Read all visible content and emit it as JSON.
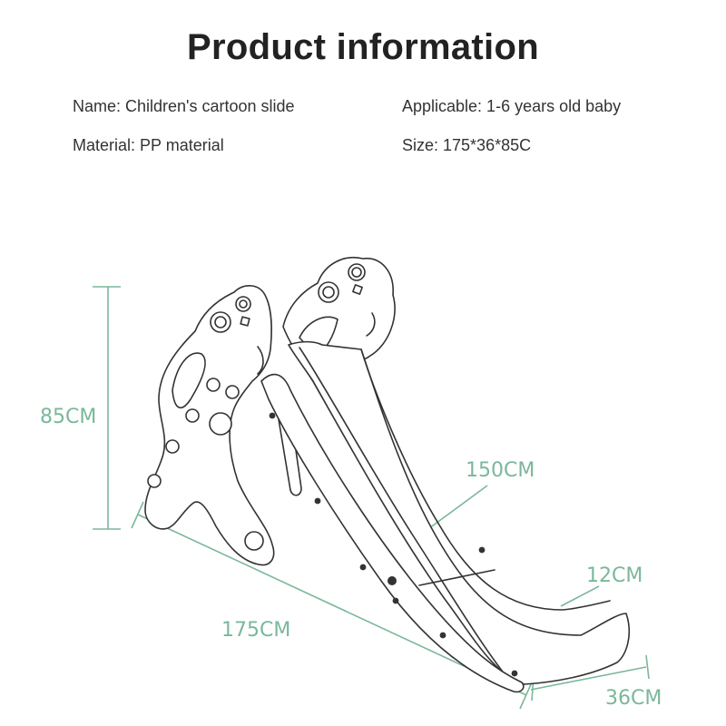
{
  "title": "Product information",
  "info": {
    "name": "Name: Children's cartoon slide",
    "applicable": "Applicable: 1-6 years old baby",
    "material": "Material: PP material",
    "size": "Size: 175*36*85C"
  },
  "dimensions": {
    "height": "85CM",
    "slide_length": "150CM",
    "side_height": "12CM",
    "total_length": "175CM",
    "width": "36CM"
  },
  "colors": {
    "dimension_lines": "#7ab89a",
    "outline": "#333333",
    "text": "#333333"
  }
}
